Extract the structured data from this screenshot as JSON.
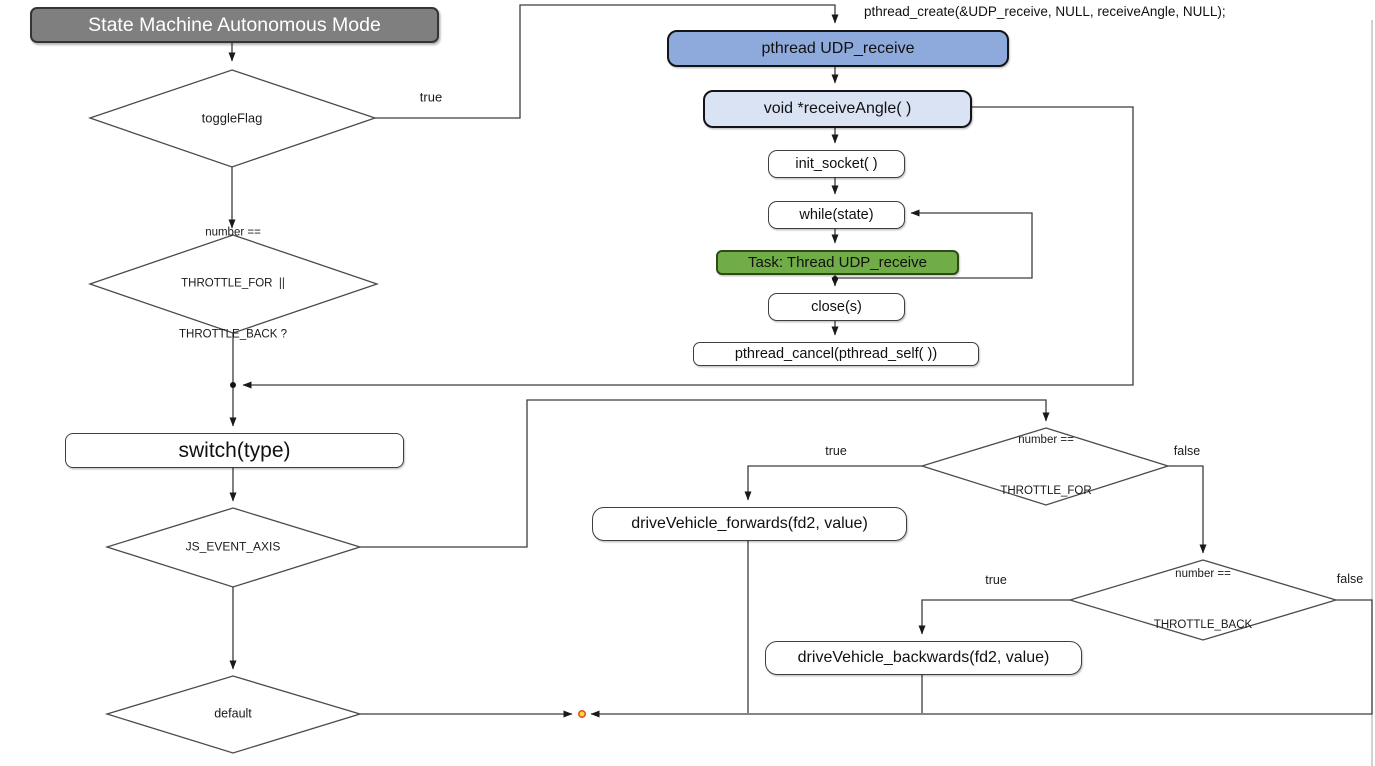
{
  "diagram": {
    "title": "State Machine Autonomous Mode",
    "annotation": "pthread_create(&UDP_receive, NULL, receiveAngle, NULL);",
    "nodes": {
      "toggle_flag": "toggleFlag",
      "throttle_or": {
        "l1": "number ==",
        "l2": "THROTTLE_FOR  ||",
        "l3": "THROTTLE_BACK ?"
      },
      "switch_type": "switch(type)",
      "js_event_axis": "JS_EVENT_AXIS",
      "default_case": "default",
      "pthread_udp_receive": "pthread UDP_receive",
      "receive_angle": "void *receiveAngle( )",
      "init_socket": "init_socket( )",
      "while_state": "while(state)",
      "task_thread": "Task: Thread UDP_receive",
      "close_s": "close(s)",
      "pthread_cancel": "pthread_cancel(pthread_self( ))",
      "throttle_for": {
        "l1": "number ==",
        "l2": "THROTTLE_FOR"
      },
      "throttle_back": {
        "l1": "number ==",
        "l2": "THROTTLE_BACK"
      },
      "drive_forwards": "driveVehicle_forwards(fd2, value)",
      "drive_backwards": "driveVehicle_backwards(fd2, value)"
    },
    "edge_labels": {
      "toggle_true": "true",
      "for_true": "true",
      "for_false": "false",
      "back_true": "true",
      "back_false": "false"
    },
    "colors": {
      "title_fill": "#7f7f7f",
      "thread_box_fill": "#8ea9db",
      "receive_box_fill": "#dae3f3",
      "task_box_fill": "#70ad47",
      "connector": "#3c3c3c",
      "endpoint_marker": "#e2571b"
    }
  }
}
